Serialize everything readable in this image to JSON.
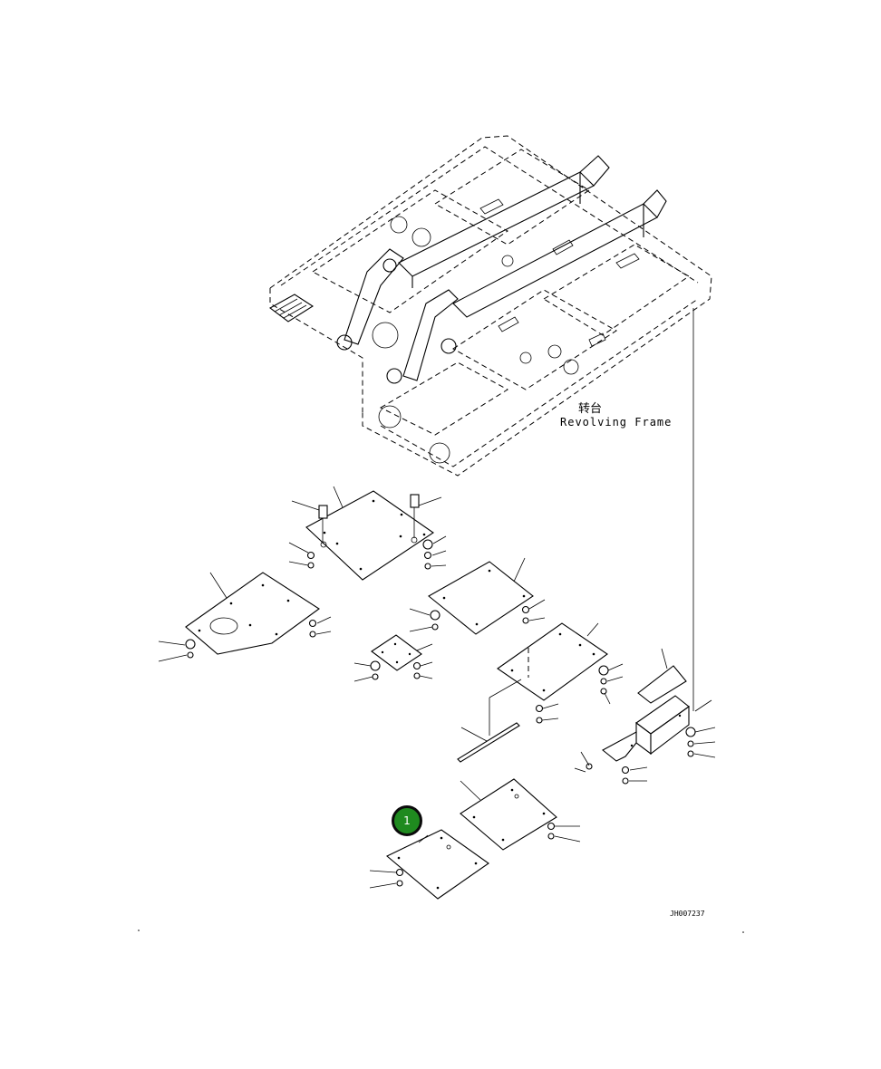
{
  "labels": {
    "frame_name_cn": "转台",
    "frame_name_en": "Revolving Frame",
    "drawing_id": "JH007237"
  },
  "callouts": [
    {
      "number": "1",
      "color": "#1f8a1f"
    }
  ]
}
